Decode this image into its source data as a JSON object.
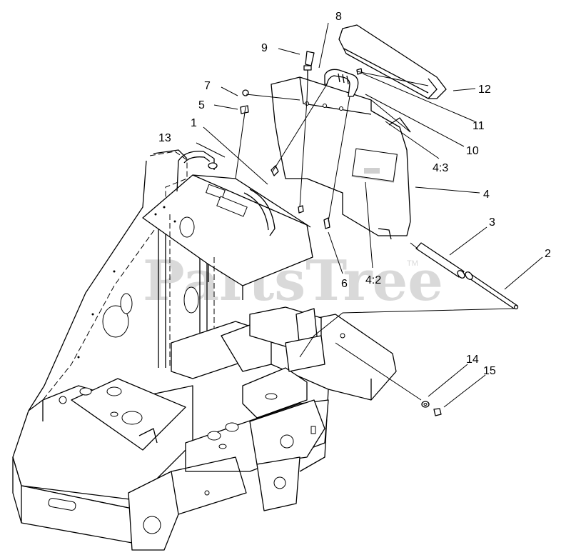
{
  "watermark": {
    "text": "PartsTree",
    "trademark": "TM"
  },
  "callouts": {
    "c1": "1",
    "c2": "2",
    "c3": "3",
    "c4": "4",
    "c5": "5",
    "c6": "6",
    "c7": "7",
    "c8": "8",
    "c9": "9",
    "c10": "10",
    "c11": "11",
    "c12": "12",
    "c13": "13",
    "c14": "14",
    "c15": "15",
    "c4_3": "4:3",
    "c4_2": "4:2"
  }
}
